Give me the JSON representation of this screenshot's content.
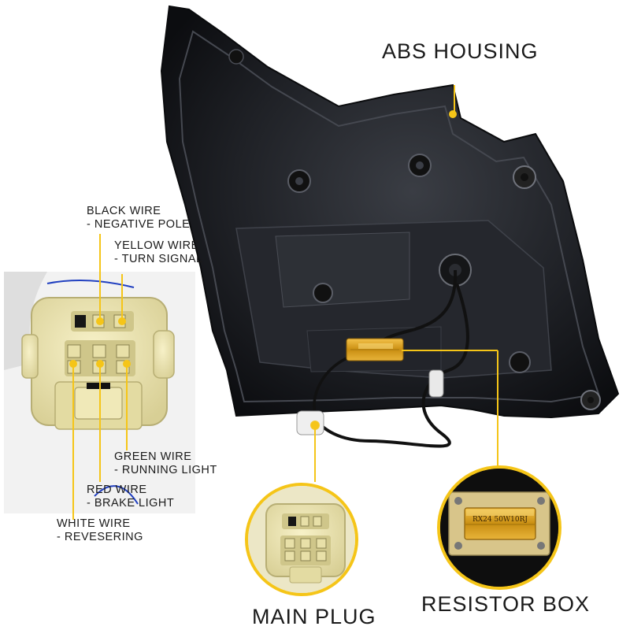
{
  "callouts": {
    "abs_housing": "ABS HOUSING",
    "main_plug": "MAIN PLUG",
    "resistor_box": "RESISTOR BOX"
  },
  "wires": [
    {
      "line1": "BLACK WIRE",
      "line2": "- NEGATIVE POLE"
    },
    {
      "line1": "YELLOW WIRE",
      "line2": "- TURN SIGNAL"
    },
    {
      "line1": "GREEN WIRE",
      "line2": "- RUNNING LIGHT"
    },
    {
      "line1": "RED  WIRE",
      "line2": "- BRAKE LIGHT"
    },
    {
      "line1": "WHITE WIRE",
      "line2": "- REVESERING"
    }
  ],
  "resistor_marking": "RX24 50W10RJ",
  "colors": {
    "accent": "#f5c518",
    "housing": "#1b1d22",
    "plug": "#efe8b4",
    "resistor": "#d9a21c",
    "text": "#1a1a1a"
  }
}
